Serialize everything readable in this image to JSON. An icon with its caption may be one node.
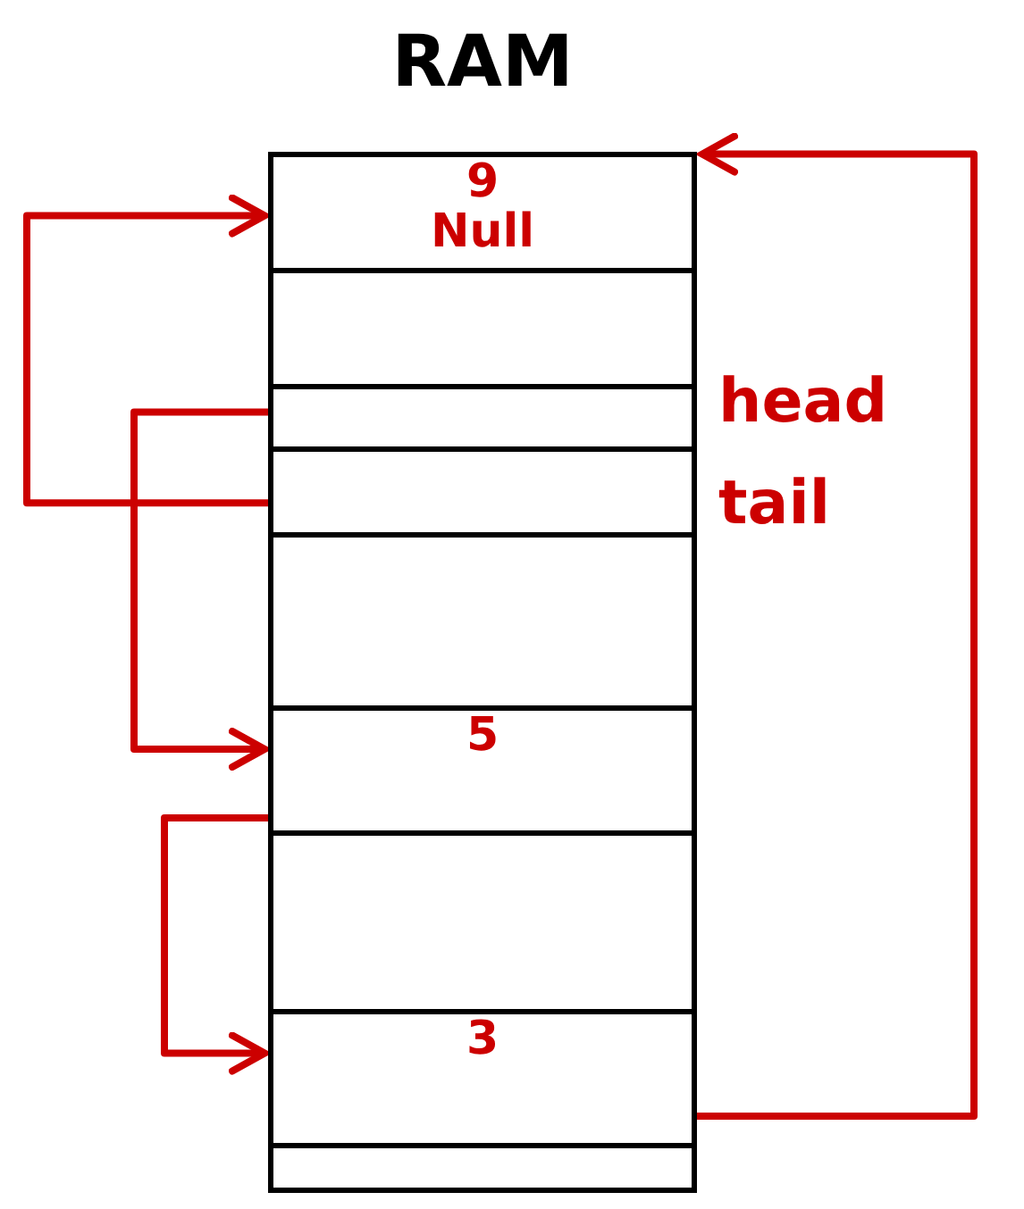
{
  "diagram": {
    "nodes": [
      {
        "text": [
          "RAM"
        ]
      },
      {
        "text": [
          "9",
          "Null"
        ],
        "in": 0
      },
      {
        "text": [],
        "shape": "box",
        "in": 0
      },
      {
        "text": [],
        "shape": "box",
        "in": 0,
        "beside": [
          "head"
        ]
      },
      {
        "text": [],
        "shape": "box",
        "in": 0,
        "beside": [
          "tail"
        ]
      },
      {
        "text": [],
        "shape": "box",
        "in": 0
      },
      {
        "text": [
          "5"
        ],
        "in": 0
      },
      {
        "text": [],
        "shape": "box",
        "in": 0
      },
      {
        "text": [
          "3"
        ],
        "in": 0
      },
      {
        "text": [],
        "shape": "box",
        "in": 0
      }
    ],
    "edges": [
      {
        "from": 4,
        "to": 1,
        "arrow": "to"
      },
      {
        "from": 3,
        "to": 6,
        "arrow": "to"
      },
      {
        "from": 6,
        "to": 8,
        "arrow": "to"
      },
      {
        "from": 8,
        "to": 1,
        "arrow": "to"
      }
    ]
  }
}
